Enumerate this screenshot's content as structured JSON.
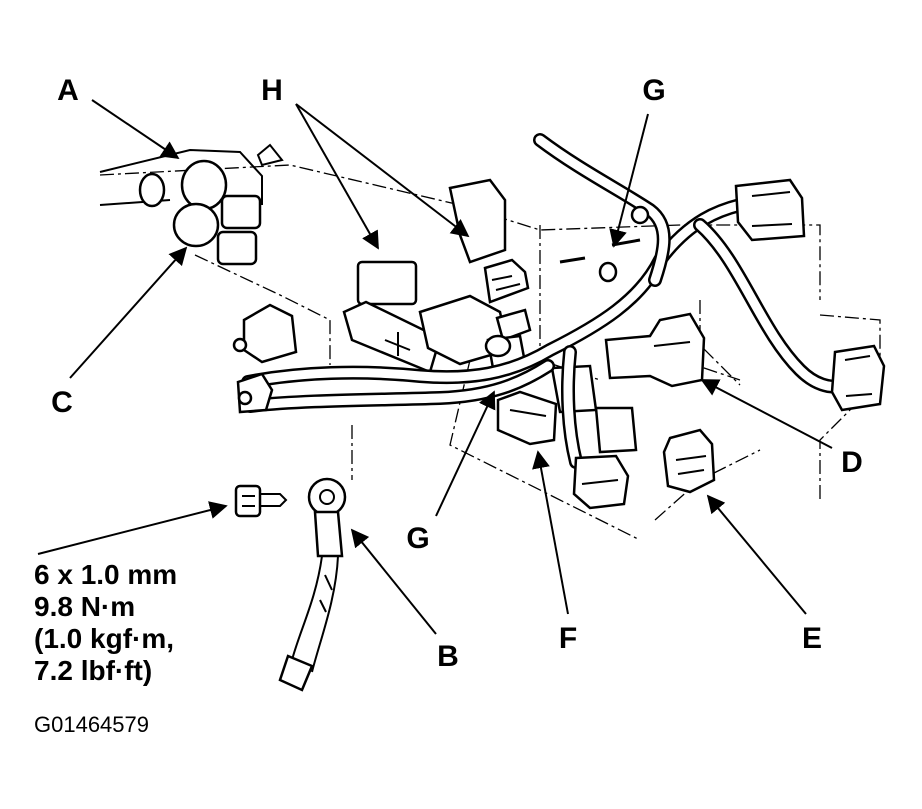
{
  "callouts": {
    "a": "A",
    "b": "B",
    "c": "C",
    "d": "D",
    "e": "E",
    "f": "F",
    "g_top": "G",
    "g_bottom": "G",
    "h": "H"
  },
  "bolt_spec": {
    "size": "6 x 1.0 mm",
    "torque_nm": "9.8 N·m",
    "torque_kgfm": "(1.0 kgf·m,",
    "torque_lbfft": "7.2 lbf·ft)"
  },
  "figure_code": "G01464579"
}
